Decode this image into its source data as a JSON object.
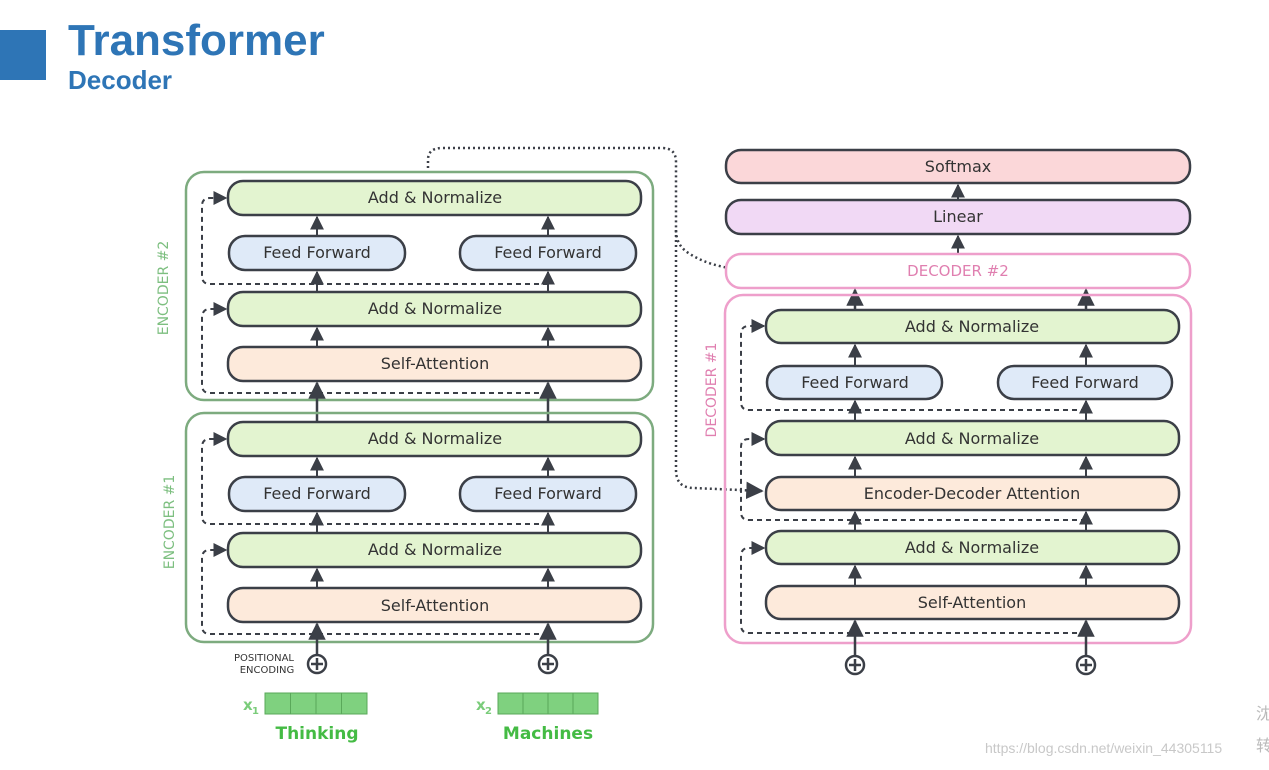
{
  "header": {
    "title": "Transformer",
    "subtitle": "Decoder"
  },
  "encoder_stack": {
    "encoder2": {
      "label": "ENCODER #2",
      "add_norm_top": "Add & Normalize",
      "feed_forward_left": "Feed Forward",
      "feed_forward_right": "Feed Forward",
      "add_norm_mid": "Add & Normalize",
      "self_attention": "Self-Attention"
    },
    "encoder1": {
      "label": "ENCODER #1",
      "add_norm_top": "Add & Normalize",
      "feed_forward_left": "Feed Forward",
      "feed_forward_right": "Feed Forward",
      "add_norm_mid": "Add & Normalize",
      "self_attention": "Self-Attention"
    },
    "positional_encoding": [
      "POSITIONAL",
      "ENCODING"
    ],
    "inputs": [
      {
        "symbol": "x",
        "subscript": "1",
        "word": "Thinking"
      },
      {
        "symbol": "x",
        "subscript": "2",
        "word": "Machines"
      }
    ]
  },
  "decoder_stack": {
    "softmax": "Softmax",
    "linear": "Linear",
    "decoder2_label": "DECODER #2",
    "decoder1": {
      "label": "DECODER #1",
      "add_norm_top": "Add & Normalize",
      "feed_forward_left": "Feed Forward",
      "feed_forward_right": "Feed Forward",
      "add_norm_mid": "Add & Normalize",
      "enc_dec_attention": "Encoder-Decoder Attention",
      "add_norm_bottom": "Add & Normalize",
      "self_attention": "Self-Attention"
    }
  },
  "footer": {
    "watermark": "https://blog.csdn.net/weixin_44305115",
    "side_glyph_1": "沈",
    "side_glyph_2": "转"
  },
  "colors": {
    "title_blue": "#2e75b6",
    "encoder_border": "#7dab7f",
    "encoder_label": "#7dbf80",
    "decoder_border": "#ee9fcb",
    "decoder_label": "#e07fb0",
    "add_norm_fill": "#e3f4d0",
    "feed_forward_fill": "#dfeaf8",
    "attention_fill": "#fdeadb",
    "softmax_fill": "#fbd7d9",
    "linear_fill": "#f1d9f5",
    "input_green": "#7acc7a",
    "word_green": "#44bb44",
    "outline": "#3b3f47"
  }
}
